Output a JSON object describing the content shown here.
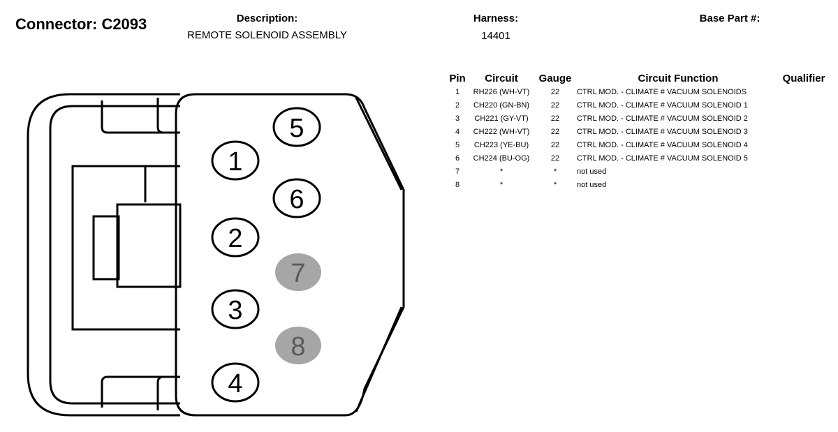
{
  "header": {
    "connector_title": "Connector: C2093",
    "description_label": "Description:",
    "description_value": "REMOTE SOLENOID ASSEMBLY",
    "harness_label": "Harness:",
    "harness_value": "14401",
    "base_part_label": "Base Part #:"
  },
  "table": {
    "columns": [
      "Pin",
      "Circuit",
      "Gauge",
      "Circuit Function",
      "Qualifier"
    ],
    "rows": [
      {
        "pin": "1",
        "circuit": "RH226 (WH-VT)",
        "gauge": "22",
        "function": "CTRL MOD. - CLIMATE # VACUUM SOLENOIDS",
        "qualifier": ""
      },
      {
        "pin": "2",
        "circuit": "CH220 (GN-BN)",
        "gauge": "22",
        "function": "CTRL MOD. - CLIMATE # VACUUM SOLENOID 1",
        "qualifier": ""
      },
      {
        "pin": "3",
        "circuit": "CH221 (GY-VT)",
        "gauge": "22",
        "function": "CTRL MOD. - CLIMATE # VACUUM SOLENOID 2",
        "qualifier": ""
      },
      {
        "pin": "4",
        "circuit": "CH222 (WH-VT)",
        "gauge": "22",
        "function": "CTRL MOD. - CLIMATE # VACUUM SOLENOID 3",
        "qualifier": ""
      },
      {
        "pin": "5",
        "circuit": "CH223 (YE-BU)",
        "gauge": "22",
        "function": "CTRL MOD. - CLIMATE # VACUUM SOLENOID 4",
        "qualifier": ""
      },
      {
        "pin": "6",
        "circuit": "CH224 (BU-OG)",
        "gauge": "22",
        "function": "CTRL MOD. - CLIMATE # VACUUM SOLENOID 5",
        "qualifier": ""
      },
      {
        "pin": "7",
        "circuit": "*",
        "gauge": "*",
        "function": "not used",
        "qualifier": ""
      },
      {
        "pin": "8",
        "circuit": "*",
        "gauge": "*",
        "function": "not used",
        "qualifier": ""
      }
    ]
  },
  "diagram": {
    "pins": [
      {
        "label": "1",
        "used": true
      },
      {
        "label": "2",
        "used": true
      },
      {
        "label": "3",
        "used": true
      },
      {
        "label": "4",
        "used": true
      },
      {
        "label": "5",
        "used": true
      },
      {
        "label": "6",
        "used": true
      },
      {
        "label": "7",
        "used": false
      },
      {
        "label": "8",
        "used": false
      }
    ],
    "colors": {
      "outline": "#000000",
      "unused_fill": "#a6a6a6",
      "unused_text": "#5a5a5a"
    }
  }
}
